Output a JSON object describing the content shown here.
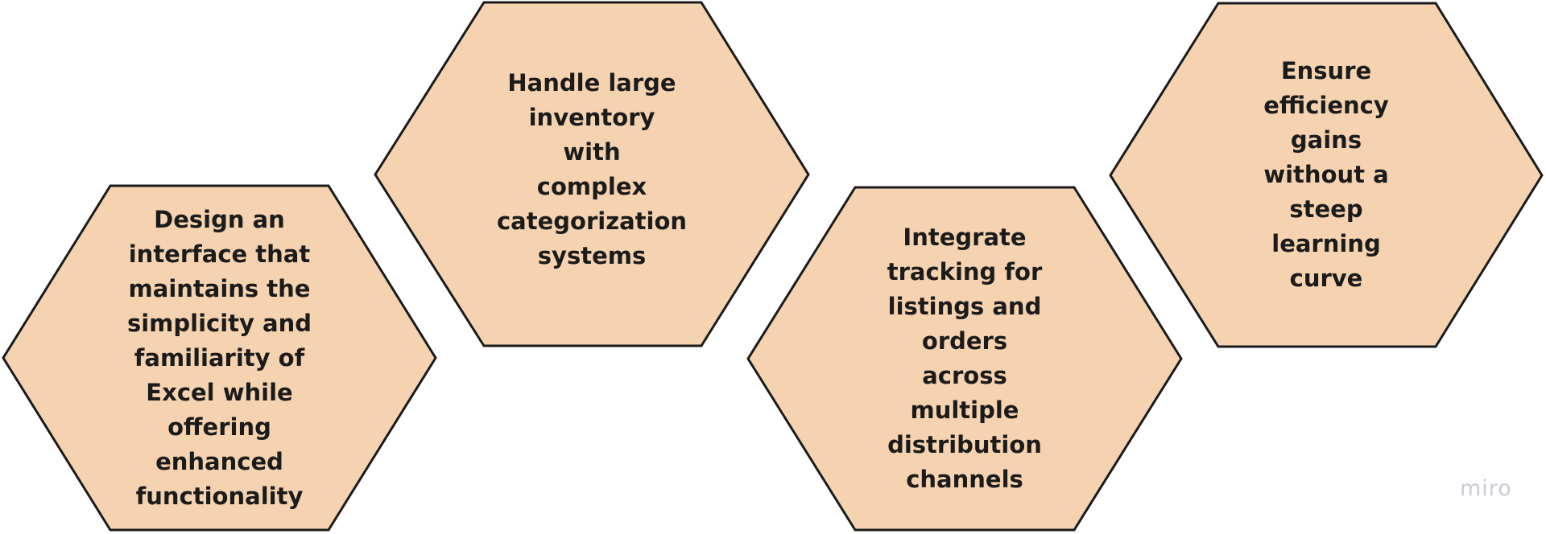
{
  "style": {
    "hex_fill": "#f6d3b0",
    "hex_stroke": "#1b1b1b",
    "text_color": "#1b1b1b"
  },
  "hexagons": [
    {
      "id": "hex-1",
      "lines": [
        "Design an",
        "interface that",
        "maintains the",
        "simplicity and",
        "familiarity of",
        "Excel while",
        "offering",
        "enhanced",
        "functionality"
      ]
    },
    {
      "id": "hex-2",
      "lines": [
        "Handle large",
        "inventory with",
        "complex",
        "categorization",
        "systems"
      ]
    },
    {
      "id": "hex-3",
      "lines": [
        "Integrate",
        "tracking for",
        "listings and",
        "orders across",
        "multiple",
        "distribution",
        "channels"
      ]
    },
    {
      "id": "hex-4",
      "lines": [
        "Ensure efficiency",
        "gains without a",
        "steep learning",
        "curve"
      ]
    }
  ],
  "watermark": "miro"
}
